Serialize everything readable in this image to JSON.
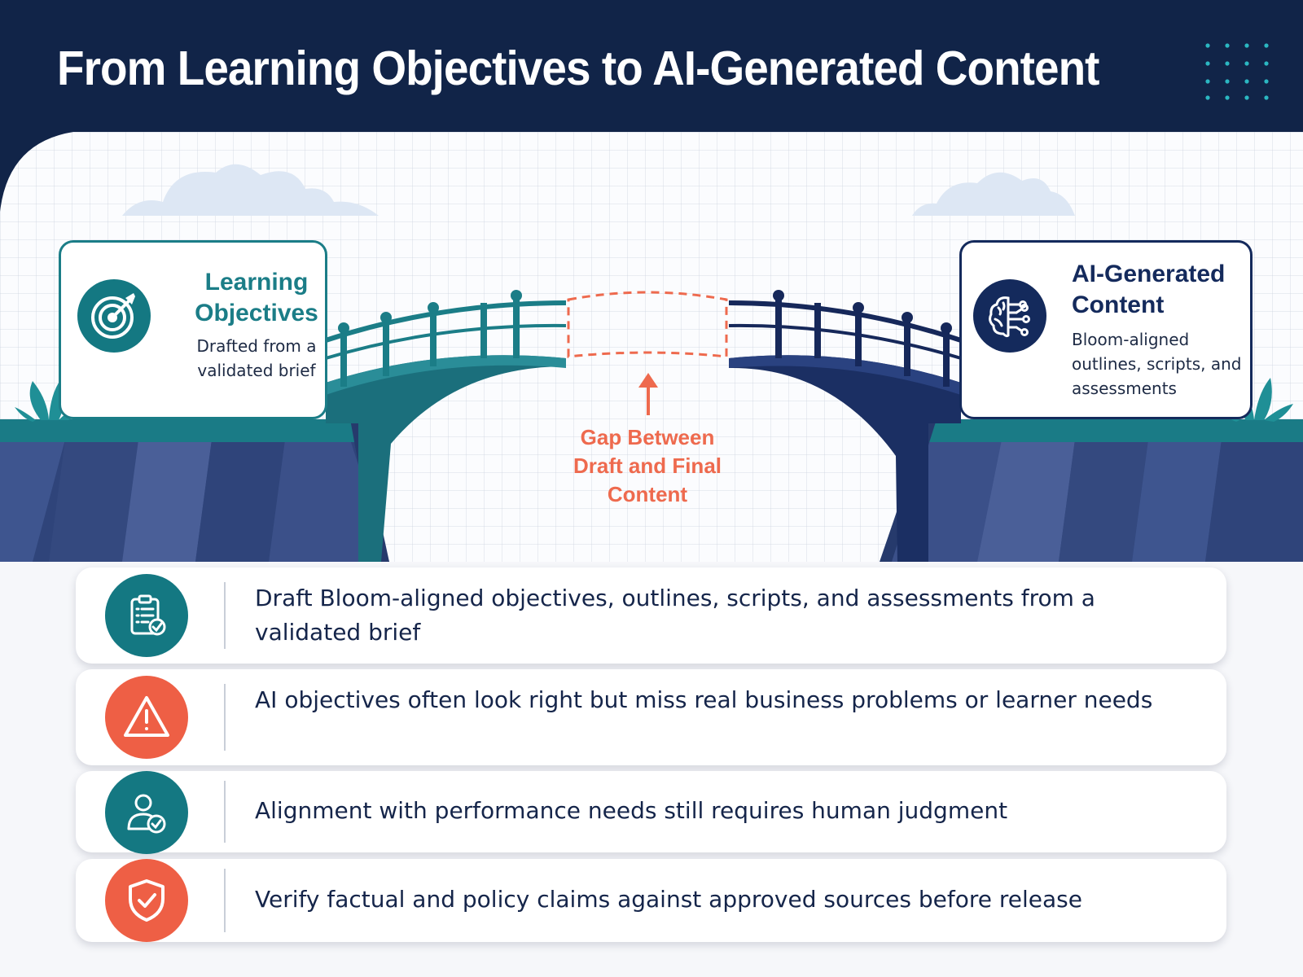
{
  "header": {
    "title": "From Learning Objectives to AI-Generated Content"
  },
  "diagram": {
    "left_card": {
      "title": "Learning Objectives",
      "description": "Drafted from a validated brief",
      "icon": "target-icon"
    },
    "right_card": {
      "title": "AI-Generated Content",
      "description": "Bloom-aligned outlines, scripts, and assessments",
      "icon": "brain-circuit-icon"
    },
    "gap_label": "Gap Between Draft and Final Content"
  },
  "points": [
    {
      "text": "Draft Bloom-aligned objectives, outlines, scripts, and assessments from a validated brief",
      "icon": "clipboard-check-icon",
      "color": "#147882"
    },
    {
      "text": "AI objectives often look right but miss real business problems or learner needs",
      "icon": "warning-icon",
      "color": "#ee5f45"
    },
    {
      "text": "Alignment with performance needs still requires human judgment",
      "icon": "user-check-icon",
      "color": "#147882"
    },
    {
      "text": "Verify factual and policy claims against approved sources before release",
      "icon": "shield-check-icon",
      "color": "#ee5f45"
    }
  ],
  "colors": {
    "navy": "#112448",
    "teal": "#147882",
    "coral": "#ee5f45",
    "cliff": "#3a4f86"
  }
}
